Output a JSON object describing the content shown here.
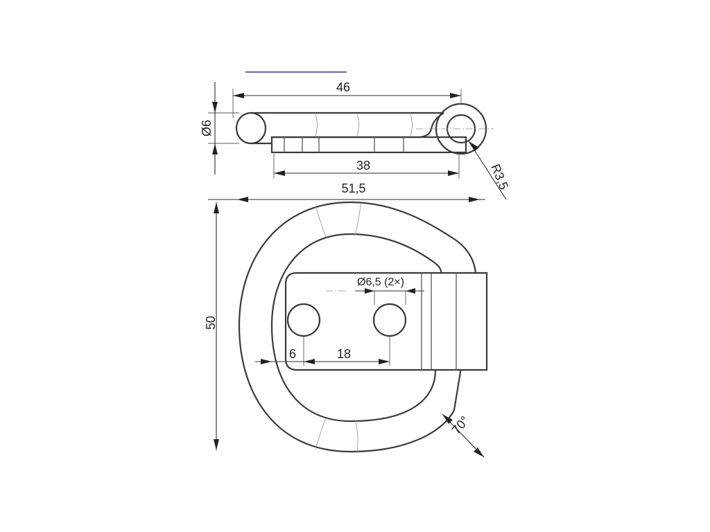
{
  "dimensions": {
    "top_length": "46",
    "pin_diameter": "Ø6",
    "plate_length": "38",
    "bend_radius": "R3,5",
    "overall_width": "51,5",
    "overall_height": "50",
    "hole_diameter": "Ø6,5 (2×)",
    "hole_edge_offset": "6",
    "hole_spacing": "18",
    "angle": "70°"
  },
  "colors": {
    "line": "#3a3a3a",
    "accent": "#2c3a8a",
    "background": "#ffffff"
  }
}
